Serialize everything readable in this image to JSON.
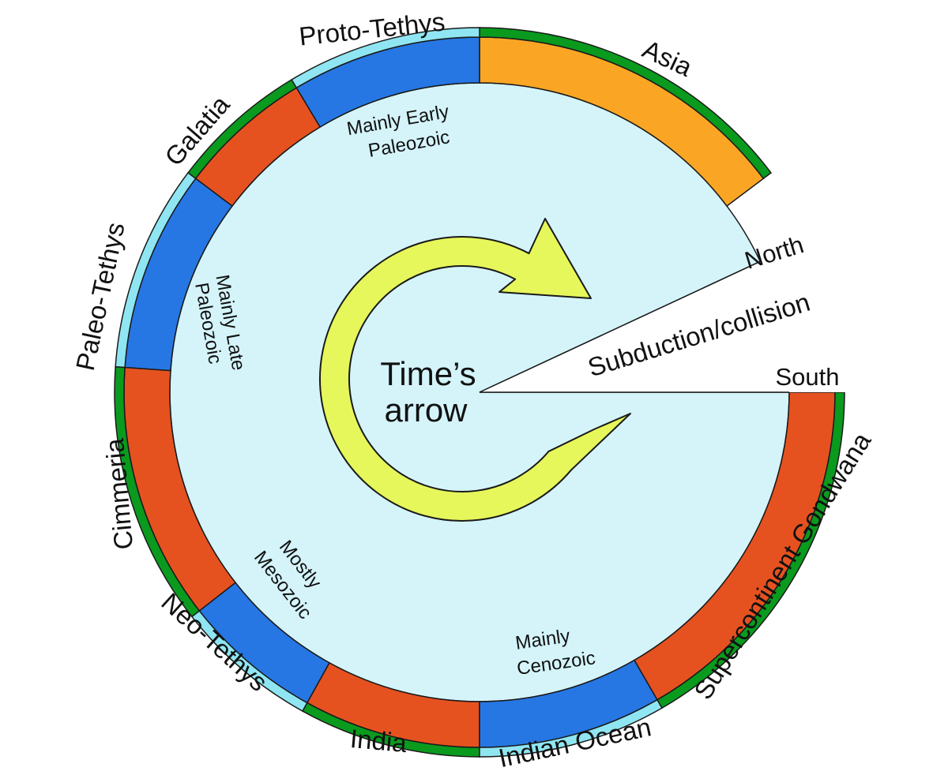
{
  "colors": {
    "ocean": "#8fe6f2",
    "continent": "#0a9a1e",
    "plate_blue": "#2677e3",
    "plate_red": "#e55220",
    "asia_orange": "#faa624",
    "interior": "#d4f4fa",
    "arrow_fill": "#e6f75b",
    "outline": "#1a1a1a"
  },
  "center": {
    "line1": "Time’s",
    "line2": "arrow"
  },
  "gap": {
    "label": "Subduction/collision",
    "north": "North",
    "south": "South"
  },
  "outer_labels": {
    "proto_tethys": "Proto-Tethys",
    "asia": "Asia",
    "galatia": "Galatia",
    "paleo_tethys": "Paleo-Tethys",
    "cimmeria": "Cimmeria",
    "neo_tethys": "Neo-Tethys",
    "india": "India",
    "indian_ocean": "Indian Ocean",
    "gondwana": "Supercontinent Gondwana"
  },
  "inner_labels": {
    "early_paleozoic": {
      "line1": "Mainly Early",
      "line2": "Paleozoic"
    },
    "late_paleozoic": {
      "line1": "Mainly Late",
      "line2": "Paleozoic"
    },
    "mesozoic": {
      "line1": "Mostly",
      "line2": "Mesozoic"
    },
    "cenozoic": {
      "line1": "Mainly",
      "line2": "Cenozoic"
    }
  },
  "segments": [
    {
      "id": "asia",
      "kind": "continent",
      "fill": "asia_orange",
      "rim": "continent"
    },
    {
      "id": "proto-tethys",
      "kind": "ocean",
      "fill": "plate_blue",
      "rim": "ocean"
    },
    {
      "id": "galatia",
      "kind": "continent",
      "fill": "plate_red",
      "rim": "continent"
    },
    {
      "id": "paleo-tethys",
      "kind": "ocean",
      "fill": "plate_blue",
      "rim": "ocean"
    },
    {
      "id": "cimmeria",
      "kind": "continent",
      "fill": "plate_red",
      "rim": "continent"
    },
    {
      "id": "neo-tethys",
      "kind": "ocean",
      "fill": "plate_blue",
      "rim": "ocean"
    },
    {
      "id": "india",
      "kind": "continent",
      "fill": "plate_red",
      "rim": "continent"
    },
    {
      "id": "indian-ocean",
      "kind": "ocean",
      "fill": "plate_blue",
      "rim": "ocean"
    },
    {
      "id": "gondwana",
      "kind": "continent",
      "fill": "plate_red",
      "rim": "continent"
    }
  ]
}
